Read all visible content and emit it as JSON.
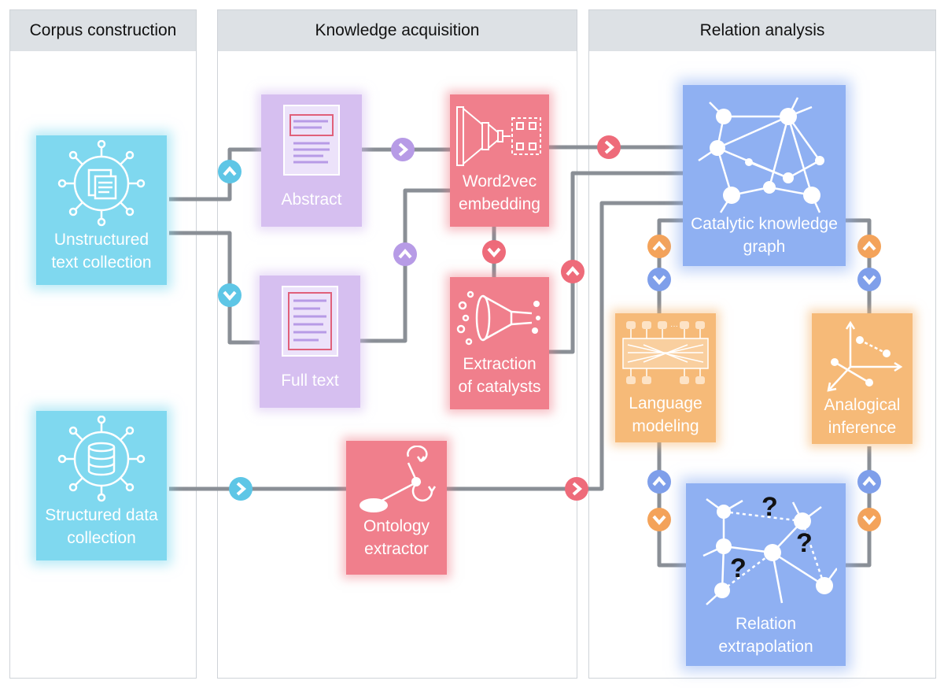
{
  "panels": {
    "corpus": "Corpus construction",
    "knowledge": "Knowledge acquisition",
    "relation": "Relation analysis"
  },
  "boxes": {
    "unstructured": "Unstructured text collection",
    "structured": "Structured data collection",
    "abstract": "Abstract",
    "full_text": "Full text",
    "word2vec": "Word2vec embedding",
    "extraction": "Extraction of catalysts",
    "ontology": "Ontology extractor",
    "knowledge_graph": "Catalytic knowledge graph",
    "language_modeling": "Language modeling",
    "analogical_inference": "Analogical inference",
    "relation_extrapolation": "Relation extrapolation"
  },
  "question_mark": "?",
  "colors": {
    "cyan": "#7fd8ef",
    "violet": "#d6bff0",
    "pink": "#f07f8c",
    "blue": "#8fb0f2",
    "orange": "#f6ba78",
    "wire": "#8a8f96"
  }
}
